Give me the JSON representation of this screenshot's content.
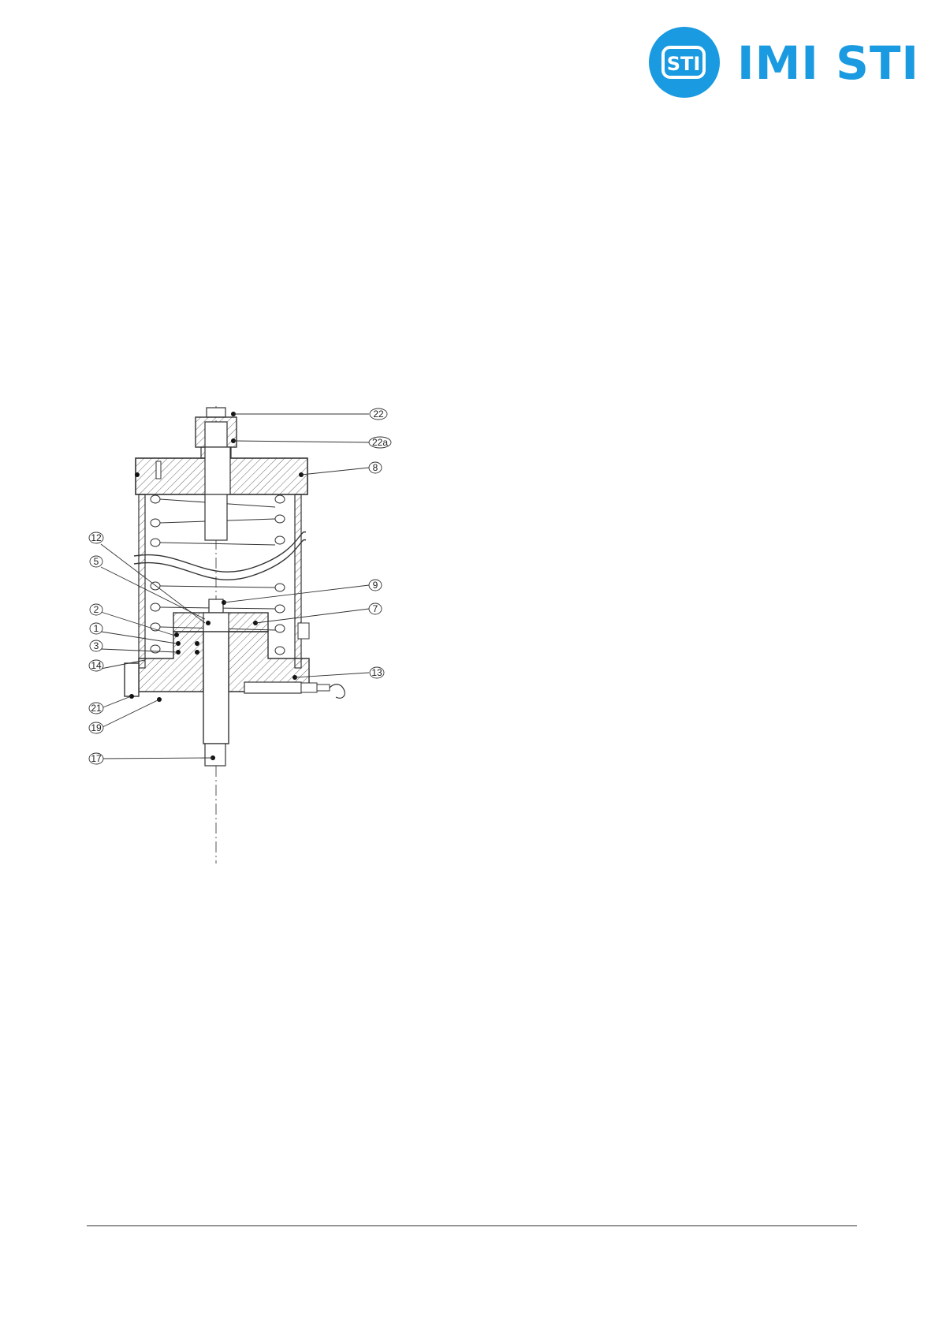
{
  "header": {
    "logo_text": "IMI STI",
    "logo_mark_text": "STI",
    "brand_color": "#1a9ae0"
  },
  "diagram": {
    "callouts": [
      {
        "id": "22",
        "label": "22"
      },
      {
        "id": "22a",
        "label": "22a"
      },
      {
        "id": "8",
        "label": "8"
      },
      {
        "id": "12",
        "label": "12"
      },
      {
        "id": "5",
        "label": "5"
      },
      {
        "id": "9",
        "label": "9"
      },
      {
        "id": "7",
        "label": "7"
      },
      {
        "id": "2",
        "label": "2"
      },
      {
        "id": "1",
        "label": "1"
      },
      {
        "id": "3",
        "label": "3"
      },
      {
        "id": "14",
        "label": "14"
      },
      {
        "id": "13",
        "label": "13"
      },
      {
        "id": "21",
        "label": "21"
      },
      {
        "id": "19",
        "label": "19"
      },
      {
        "id": "17",
        "label": "17"
      }
    ]
  },
  "footer": {
    "link_text": ""
  }
}
